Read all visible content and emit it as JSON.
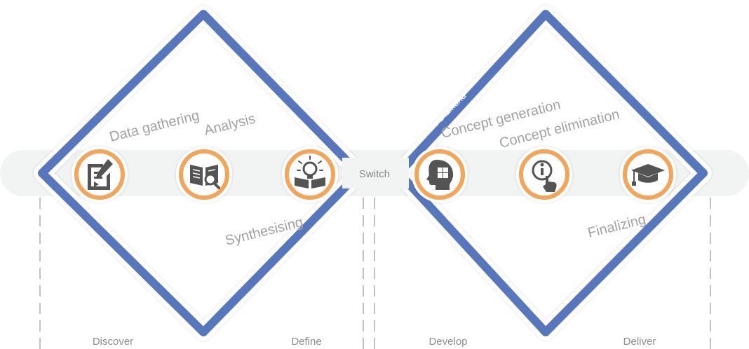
{
  "diagram": {
    "title": "Double Diamond",
    "switch_label": "Switch",
    "phases": [
      "Discover",
      "Define",
      "Develop",
      "Deliver"
    ],
    "steps": [
      {
        "label": "Data gathering",
        "icon": "document-pen-icon"
      },
      {
        "label": "Analysis",
        "icon": "book-magnifier-icon"
      },
      {
        "label": "Synthesising",
        "icon": "book-lightbulb-icon"
      },
      {
        "label": "Concept generation",
        "icon": "head-puzzle-icon"
      },
      {
        "label": "Concept elimination",
        "icon": "info-hand-icon"
      },
      {
        "label": "Finalizing",
        "icon": "graduation-cap-icon"
      }
    ],
    "colors": {
      "diamond_border": "#5876bb",
      "icon_ring": "#f3a55c",
      "icon_glyph": "#545454",
      "band": "#f2f3f3",
      "label_text": "#a3a3a3"
    }
  }
}
